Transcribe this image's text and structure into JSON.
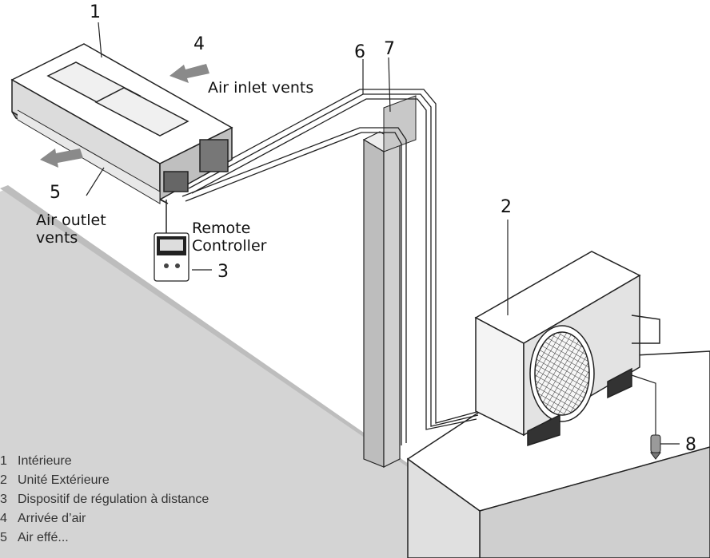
{
  "callouts": {
    "n1": "1",
    "n2": "2",
    "n3": "3",
    "n4": "4",
    "n5": "5",
    "n6": "6",
    "n7": "7",
    "n8": "8"
  },
  "labels": {
    "air_inlet": "Air inlet vents",
    "air_outlet_1": "Air outlet",
    "air_outlet_2": "vents",
    "remote_1": "Remote",
    "remote_2": "Controller"
  },
  "legend": [
    {
      "num": "1",
      "text": "Intérieure"
    },
    {
      "num": "2",
      "text": "Unité Extérieure"
    },
    {
      "num": "3",
      "text": "Dispositif de régulation à distance"
    },
    {
      "num": "4",
      "text": "Arrivée d’air"
    },
    {
      "num": "5",
      "text": "Air effé..."
    }
  ]
}
